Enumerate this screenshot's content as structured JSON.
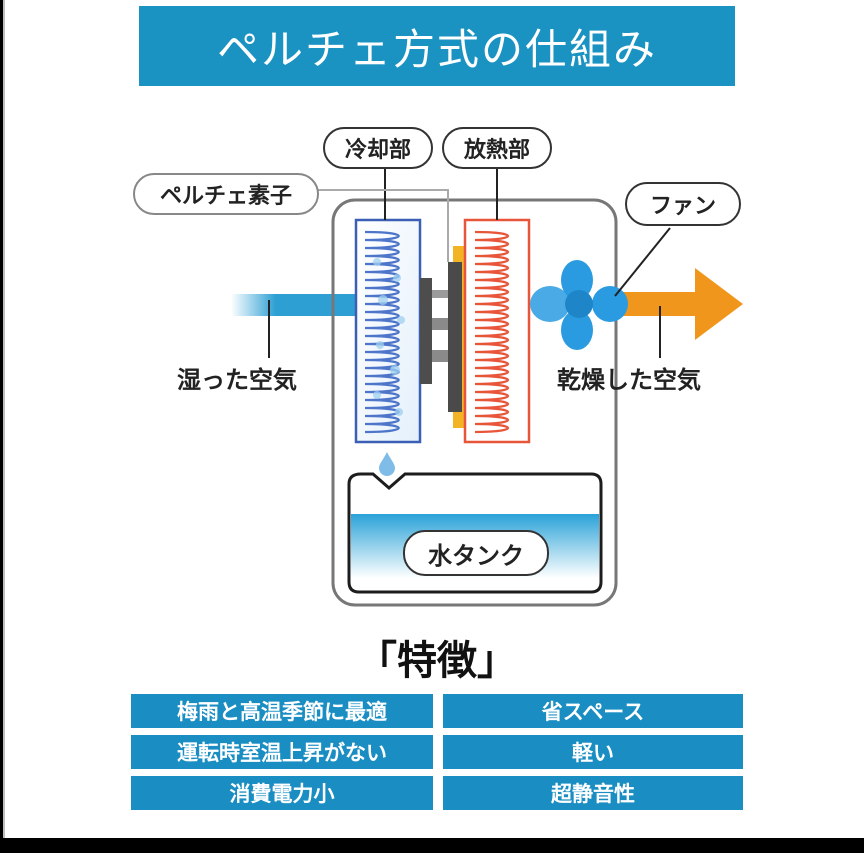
{
  "title": "ペルチェ方式の仕組み",
  "diagram": {
    "labels": {
      "cooling_section": "冷却部",
      "heat_radiation_section": "放熱部",
      "peltier_element": "ペルチェ素子",
      "fan": "ファン",
      "humid_air": "湿った空気",
      "dry_air": "乾燥した空気",
      "water_tank": "水タンク"
    },
    "colors": {
      "title_bg": "#1a93c3",
      "cooling_coil": "#3b5fb5",
      "heating_coil": "#e8563a",
      "fan": "#2a9be0",
      "dry_air_arrow": "#f0961c",
      "humid_air_stream": "#2d9fd3",
      "peltier_plate": "#f2b425",
      "feature_bg": "#1a8ec2"
    }
  },
  "features": {
    "title": "「特徴」",
    "left": [
      "梅雨と高温季節に最適",
      "運転時室温上昇がない",
      "消費電力小"
    ],
    "right": [
      "省スペース",
      "軽い",
      "超静音性"
    ]
  }
}
